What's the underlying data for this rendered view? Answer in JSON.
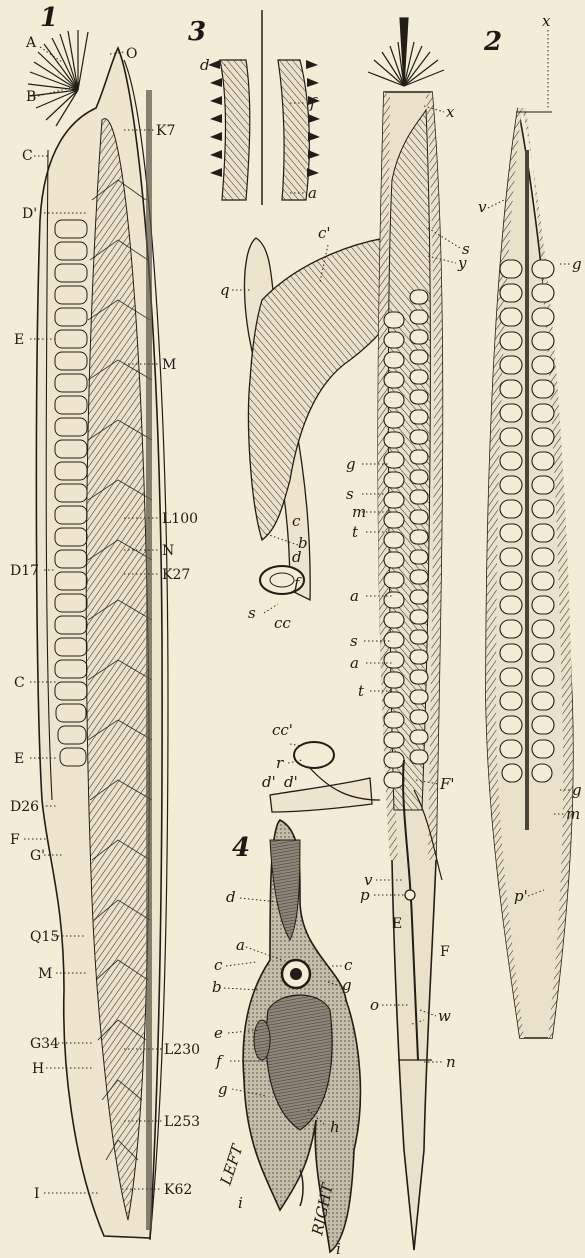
{
  "figure_numbers": [
    "1",
    "2",
    "3",
    "4"
  ],
  "fig1_labels": [
    {
      "id": "A",
      "text": "A"
    },
    {
      "id": "B",
      "text": "B"
    },
    {
      "id": "C1",
      "text": "C"
    },
    {
      "id": "D1",
      "text": "D'"
    },
    {
      "id": "E1",
      "text": "E"
    },
    {
      "id": "D17",
      "text": "D17"
    },
    {
      "id": "C2",
      "text": "C"
    },
    {
      "id": "E2",
      "text": "E"
    },
    {
      "id": "D26",
      "text": "D26"
    },
    {
      "id": "F",
      "text": "F"
    },
    {
      "id": "G",
      "text": "G'"
    },
    {
      "id": "Q15",
      "text": "Q15"
    },
    {
      "id": "M2",
      "text": "M"
    },
    {
      "id": "G34",
      "text": "G34"
    },
    {
      "id": "H",
      "text": "H"
    },
    {
      "id": "I",
      "text": "I"
    },
    {
      "id": "O",
      "text": "O"
    },
    {
      "id": "K7",
      "text": "K7"
    },
    {
      "id": "M1",
      "text": "M"
    },
    {
      "id": "L100",
      "text": "L100"
    },
    {
      "id": "N",
      "text": "N"
    },
    {
      "id": "K27",
      "text": "K27"
    },
    {
      "id": "L230",
      "text": "L230"
    },
    {
      "id": "L253",
      "text": "L253"
    },
    {
      "id": "K62",
      "text": "K62"
    }
  ],
  "fig3_labels": [
    {
      "id": "d",
      "text": "d"
    },
    {
      "id": "f",
      "text": "f"
    },
    {
      "id": "a",
      "text": "a"
    }
  ],
  "pharynx_labels": [
    {
      "id": "q",
      "text": "q"
    },
    {
      "id": "c1",
      "text": "c'"
    },
    {
      "id": "c",
      "text": "c"
    },
    {
      "id": "b",
      "text": "b"
    },
    {
      "id": "d",
      "text": "d"
    },
    {
      "id": "f",
      "text": "f"
    },
    {
      "id": "s",
      "text": "s"
    },
    {
      "id": "cc",
      "text": "cc"
    },
    {
      "id": "cc1",
      "text": "cc'"
    },
    {
      "id": "r",
      "text": "r"
    },
    {
      "id": "d1a",
      "text": "d'"
    },
    {
      "id": "d1b",
      "text": "d'"
    }
  ],
  "fig2a_labels": [
    {
      "id": "x",
      "text": "x"
    },
    {
      "id": "s1",
      "text": "s"
    },
    {
      "id": "y",
      "text": "y"
    },
    {
      "id": "g",
      "text": "g"
    },
    {
      "id": "s2",
      "text": "s"
    },
    {
      "id": "m",
      "text": "m"
    },
    {
      "id": "t1",
      "text": "t"
    },
    {
      "id": "a1",
      "text": "a"
    },
    {
      "id": "s3",
      "text": "s"
    },
    {
      "id": "a2",
      "text": "a"
    },
    {
      "id": "t2",
      "text": "t"
    },
    {
      "id": "F1",
      "text": "F'"
    },
    {
      "id": "v",
      "text": "v"
    },
    {
      "id": "p",
      "text": "p"
    },
    {
      "id": "E",
      "text": "E"
    },
    {
      "id": "F",
      "text": "F"
    },
    {
      "id": "o",
      "text": "o"
    },
    {
      "id": "w",
      "text": "w"
    },
    {
      "id": "n",
      "text": "n"
    }
  ],
  "fig2b_labels": [
    {
      "id": "x",
      "text": "x"
    },
    {
      "id": "v",
      "text": "v"
    },
    {
      "id": "g1",
      "text": "g"
    },
    {
      "id": "g2",
      "text": "g"
    },
    {
      "id": "m",
      "text": "m"
    },
    {
      "id": "p1",
      "text": "p'"
    }
  ],
  "fig4_labels": [
    {
      "id": "d",
      "text": "d"
    },
    {
      "id": "a",
      "text": "a"
    },
    {
      "id": "c1",
      "text": "c"
    },
    {
      "id": "c2",
      "text": "c"
    },
    {
      "id": "b",
      "text": "b"
    },
    {
      "id": "g1",
      "text": "g"
    },
    {
      "id": "e",
      "text": "e"
    },
    {
      "id": "f",
      "text": "f"
    },
    {
      "id": "g2",
      "text": "g"
    },
    {
      "id": "h",
      "text": "h"
    },
    {
      "id": "i1",
      "text": "i"
    },
    {
      "id": "i2",
      "text": "i"
    }
  ],
  "side_labels": {
    "left": "LEFT",
    "right": "RIGHT"
  },
  "colors": {
    "paper": "#f3ecd6",
    "ink": "#221e17",
    "tint": "#b9b2a1"
  }
}
